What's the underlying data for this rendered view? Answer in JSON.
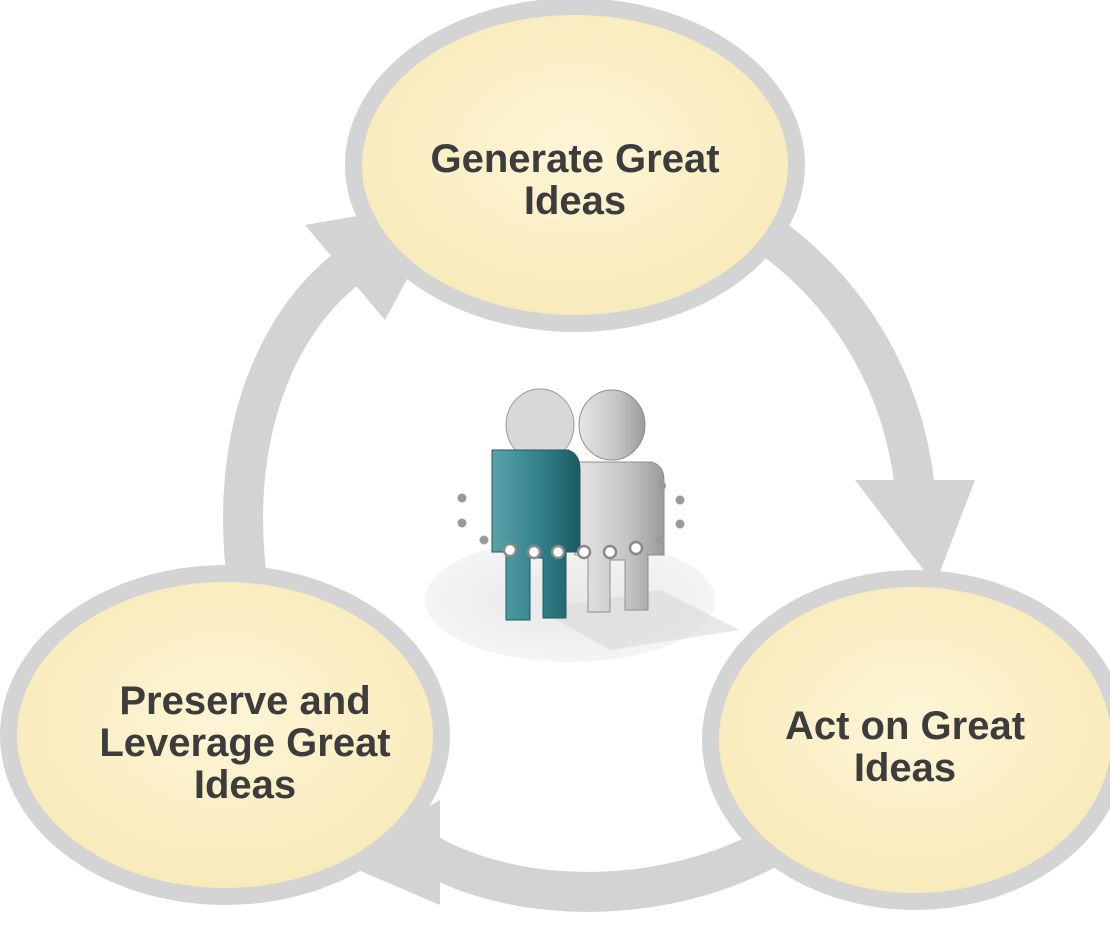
{
  "diagram": {
    "nodes": [
      {
        "id": "generate",
        "lines": [
          "Generate Great",
          "Ideas"
        ]
      },
      {
        "id": "act",
        "lines": [
          "Act on Great",
          "Ideas"
        ]
      },
      {
        "id": "preserve",
        "lines": [
          "Preserve and",
          "Leverage Great",
          "Ideas"
        ]
      }
    ],
    "colors": {
      "node_fill": "#fbf1c9",
      "node_ring": "#d4d4d4",
      "arrow": "#d2d3d5",
      "text": "#3c3c3c",
      "figure_teal": "#2f7d86",
      "figure_gray": "#c8c8c8"
    },
    "center_icon": "two-people-collaboration-icon"
  }
}
